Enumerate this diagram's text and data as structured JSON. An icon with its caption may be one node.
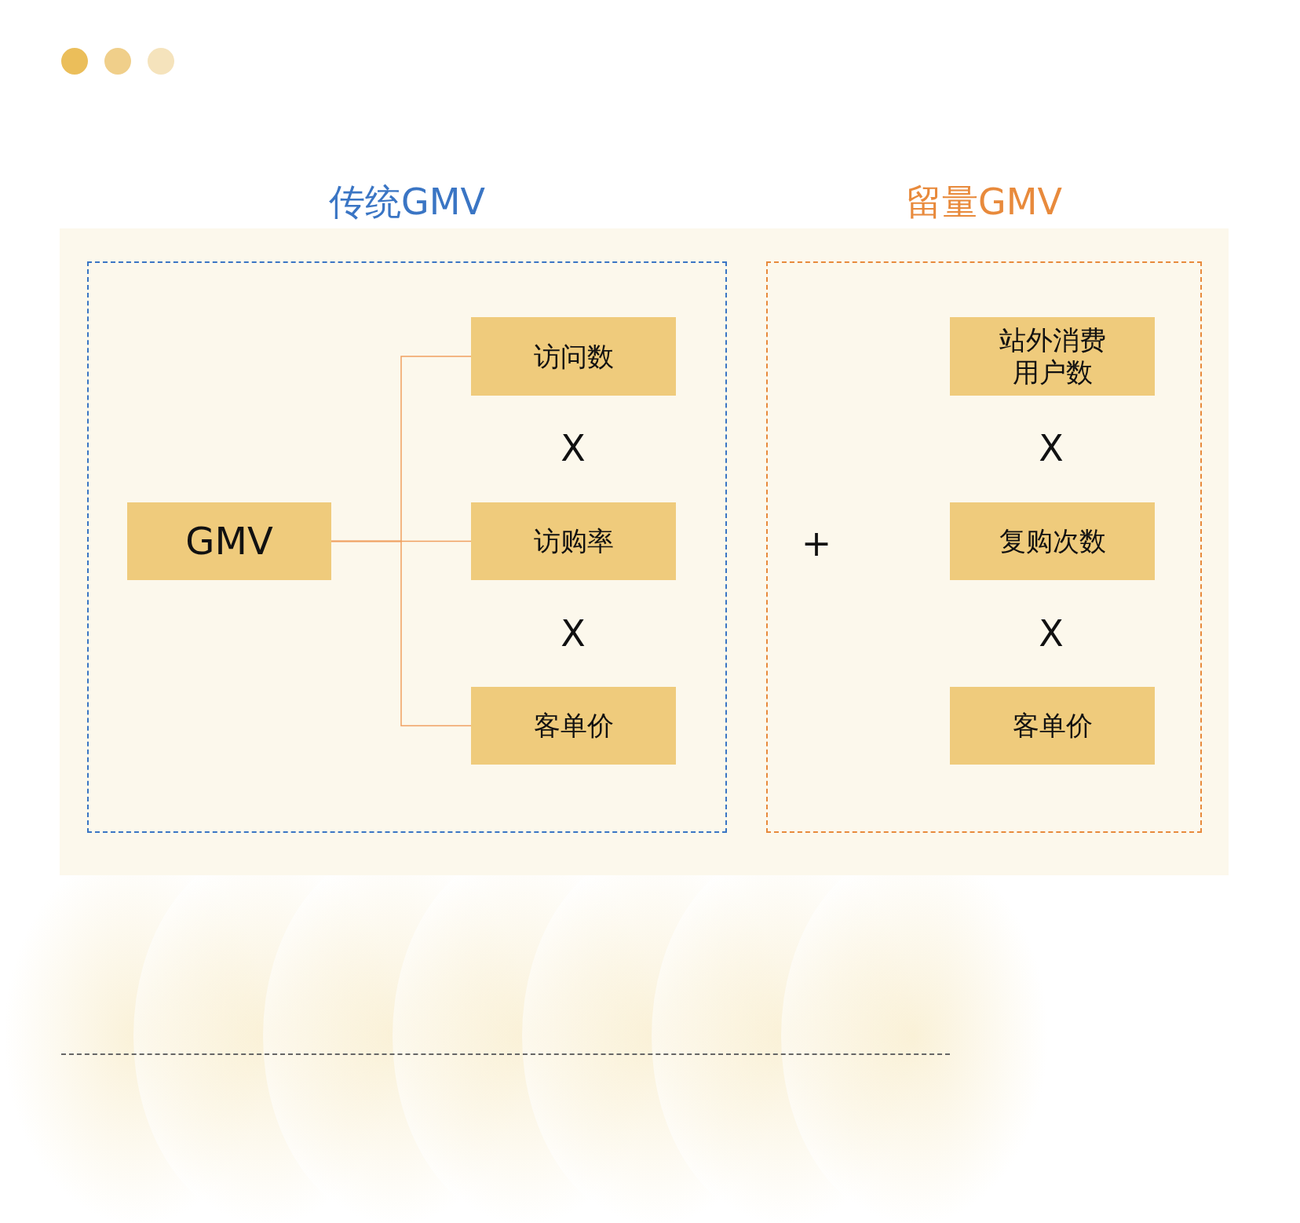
{
  "diagram": {
    "nodes": [
      {
        "text": [
          "传统GMV"
        ]
      },
      {
        "text": [
          "GMV"
        ],
        "in": 0
      },
      {
        "text": [
          "访问数"
        ],
        "in": 0
      },
      {
        "text": [
          "访购率"
        ],
        "in": 0
      },
      {
        "text": [
          "客单价"
        ],
        "in": 0
      },
      {
        "text": [
          "留量GMV"
        ]
      },
      {
        "text": [
          "站外消费用户数"
        ],
        "in": 5
      },
      {
        "text": [
          "复购次数"
        ],
        "in": 5
      },
      {
        "text": [
          "客单价"
        ],
        "in": 5
      }
    ],
    "edges": [
      {
        "from": 1,
        "to": 2,
        "arrow": "none"
      },
      {
        "from": 1,
        "to": 3,
        "arrow": "none"
      },
      {
        "from": 1,
        "to": 4,
        "arrow": "none"
      }
    ],
    "labels": [
      "X",
      "X",
      "+",
      "X",
      "X"
    ]
  }
}
